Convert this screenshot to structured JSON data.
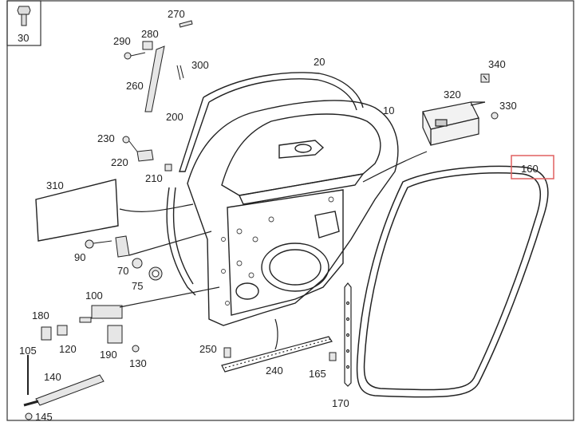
{
  "diagram": {
    "inset_label": "30",
    "parts": {
      "p10": "10",
      "p20": "20",
      "p70": "70",
      "p75": "75",
      "p90": "90",
      "p100": "100",
      "p105": "105",
      "p120": "120",
      "p130": "130",
      "p140": "140",
      "p145": "145",
      "p160": "160",
      "p165": "165",
      "p170": "170",
      "p180": "180",
      "p190": "190",
      "p200": "200",
      "p210": "210",
      "p220": "220",
      "p230": "230",
      "p240": "240",
      "p250": "250",
      "p260": "260",
      "p270": "270",
      "p280": "280",
      "p290": "290",
      "p300": "300",
      "p310": "310",
      "p320": "320",
      "p330": "330",
      "p340": "340"
    },
    "highlight": {
      "part": "160",
      "color": "#e06060"
    }
  }
}
